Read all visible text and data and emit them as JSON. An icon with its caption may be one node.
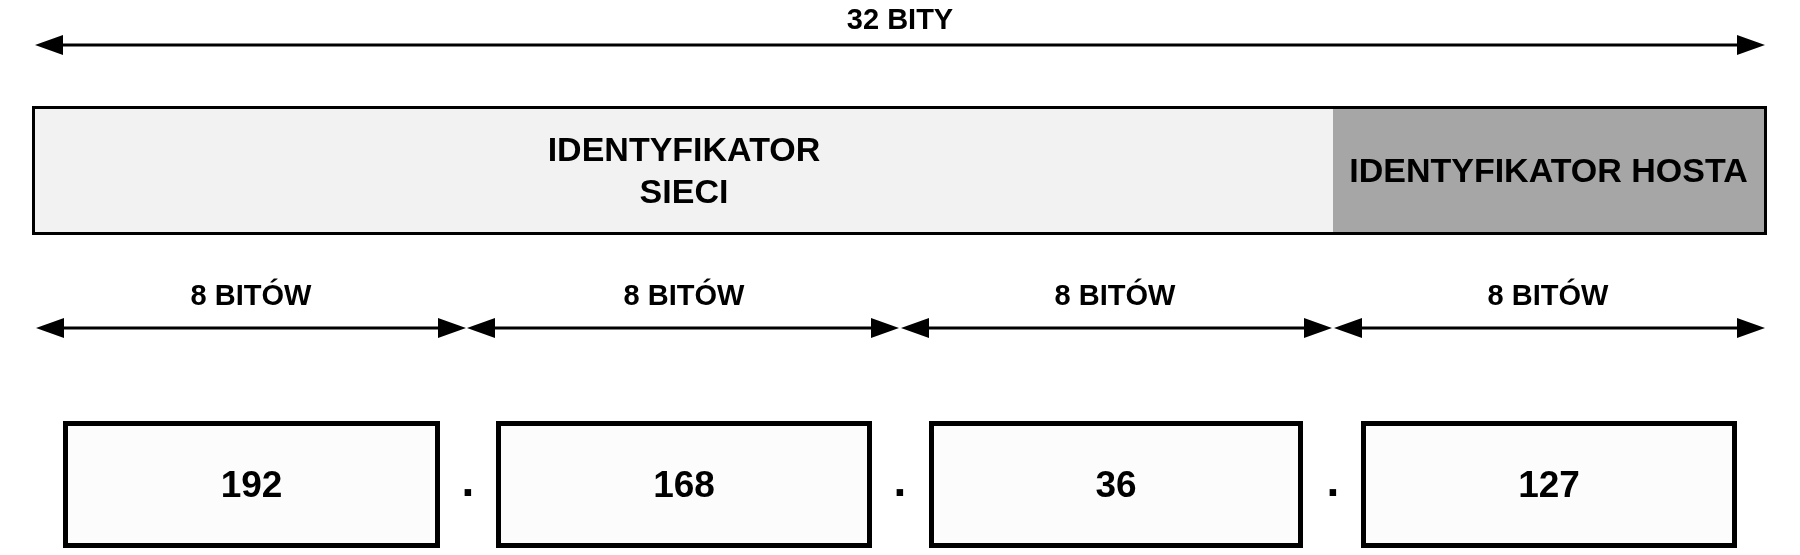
{
  "diagram": {
    "nodes": [
      {
        "text": [
          "IDENTYFIKATOR SIECI"
        ]
      },
      {
        "text": [
          "IDENTYFIKATOR HOSTA"
        ]
      },
      {
        "text": [
          "192"
        ]
      },
      {
        "text": [
          "168"
        ]
      },
      {
        "text": [
          "36"
        ]
      },
      {
        "text": [
          "127"
        ]
      }
    ],
    "labels": [
      "32 BITY",
      "8 BITÓW",
      "8 BITÓW",
      "8 BITÓW",
      "8 BITÓW",
      ".",
      ".",
      "."
    ]
  }
}
